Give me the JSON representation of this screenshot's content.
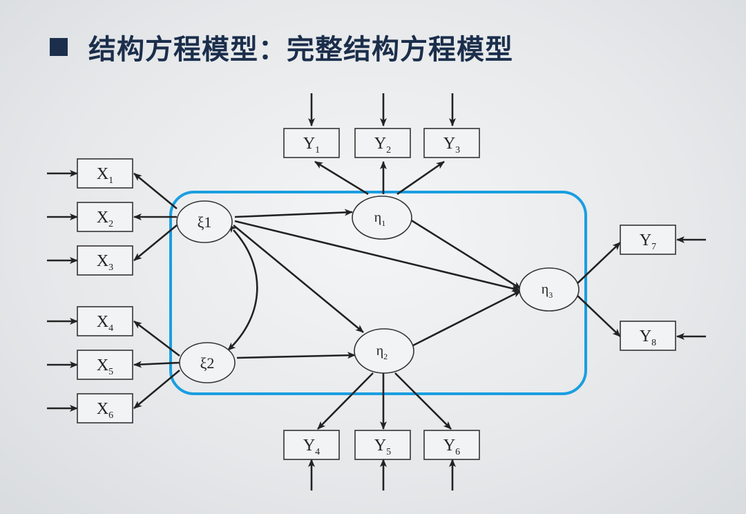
{
  "title": "结构方程模型：完整结构方程模型",
  "colors": {
    "title": "#1b2e4b",
    "frame": "#1a9ee0",
    "line": "#222222"
  },
  "diagram": {
    "observed": {
      "X1": {
        "main": "X",
        "sub": "1"
      },
      "X2": {
        "main": "X",
        "sub": "2"
      },
      "X3": {
        "main": "X",
        "sub": "3"
      },
      "X4": {
        "main": "X",
        "sub": "4"
      },
      "X5": {
        "main": "X",
        "sub": "5"
      },
      "X6": {
        "main": "X",
        "sub": "6"
      },
      "Y1": {
        "main": "Y",
        "sub": "1"
      },
      "Y2": {
        "main": "Y",
        "sub": "2"
      },
      "Y3": {
        "main": "Y",
        "sub": "3"
      },
      "Y4": {
        "main": "Y",
        "sub": "4"
      },
      "Y5": {
        "main": "Y",
        "sub": "5"
      },
      "Y6": {
        "main": "Y",
        "sub": "6"
      },
      "Y7": {
        "main": "Y",
        "sub": "7"
      },
      "Y8": {
        "main": "Y",
        "sub": "8"
      }
    },
    "latent": {
      "xi1": {
        "main": "ξ1",
        "sub": ""
      },
      "xi2": {
        "main": "ξ2",
        "sub": ""
      },
      "eta1": {
        "main": "η",
        "sub": "1"
      },
      "eta2": {
        "main": "η",
        "sub": "2"
      },
      "eta3": {
        "main": "η",
        "sub": "3"
      }
    }
  }
}
